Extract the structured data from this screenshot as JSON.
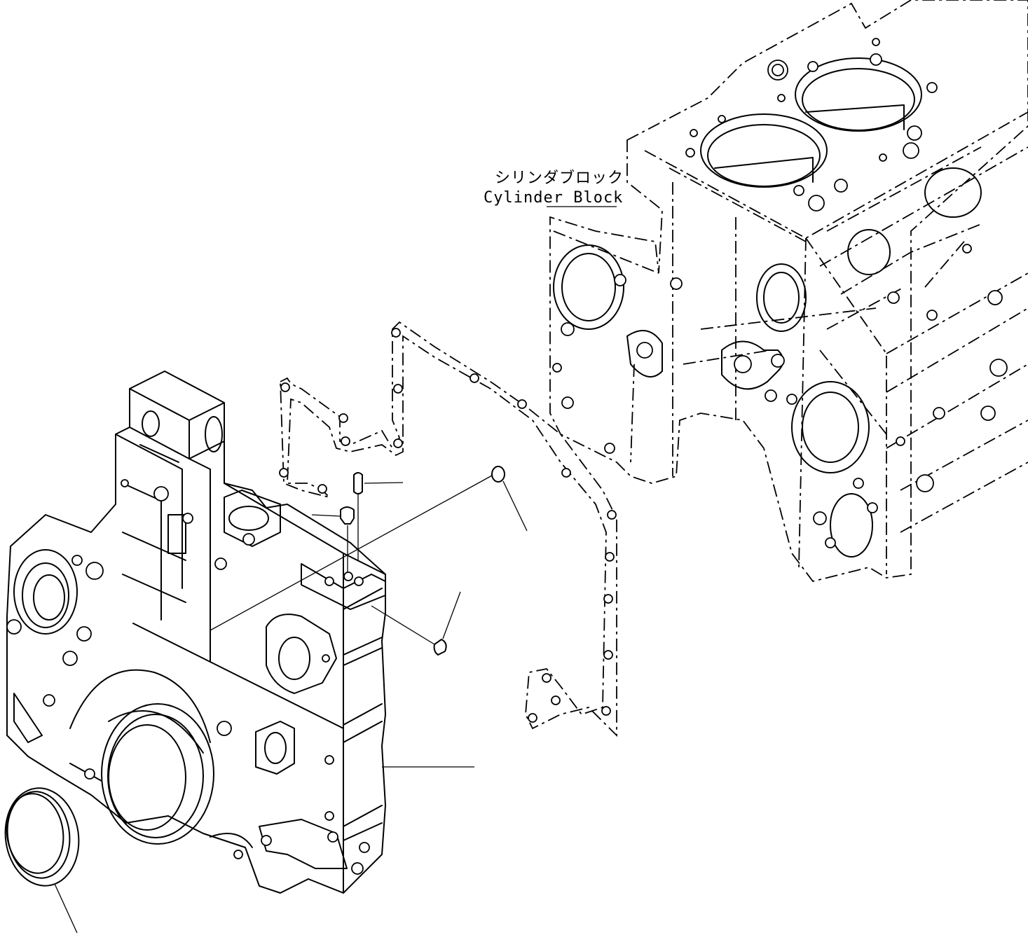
{
  "callout": {
    "label_jp": "シリンダブロック",
    "label_en": "Cylinder Block"
  },
  "parts": [
    {
      "name": "cylinder-block"
    },
    {
      "name": "front-gasket"
    },
    {
      "name": "front-cover"
    },
    {
      "name": "oil-seal"
    },
    {
      "name": "dowel-pin"
    },
    {
      "name": "plug"
    },
    {
      "name": "o-ring"
    },
    {
      "name": "screw-plug"
    }
  ]
}
